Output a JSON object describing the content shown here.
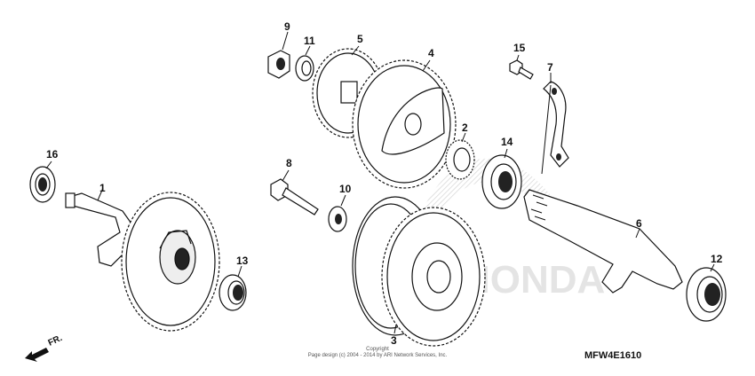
{
  "diagram": {
    "watermark": "HONDA",
    "copyright_title": "Copyright",
    "copyright_line": "Page design (c) 2004 - 2014 by ARI Network Services, Inc.",
    "diagram_code": "MFW4E1610",
    "direction_label": "FR.",
    "callouts": [
      "16",
      "1",
      "13",
      "9",
      "11",
      "5",
      "4",
      "2",
      "14",
      "8",
      "10",
      "3",
      "15",
      "7",
      "6",
      "12"
    ]
  }
}
